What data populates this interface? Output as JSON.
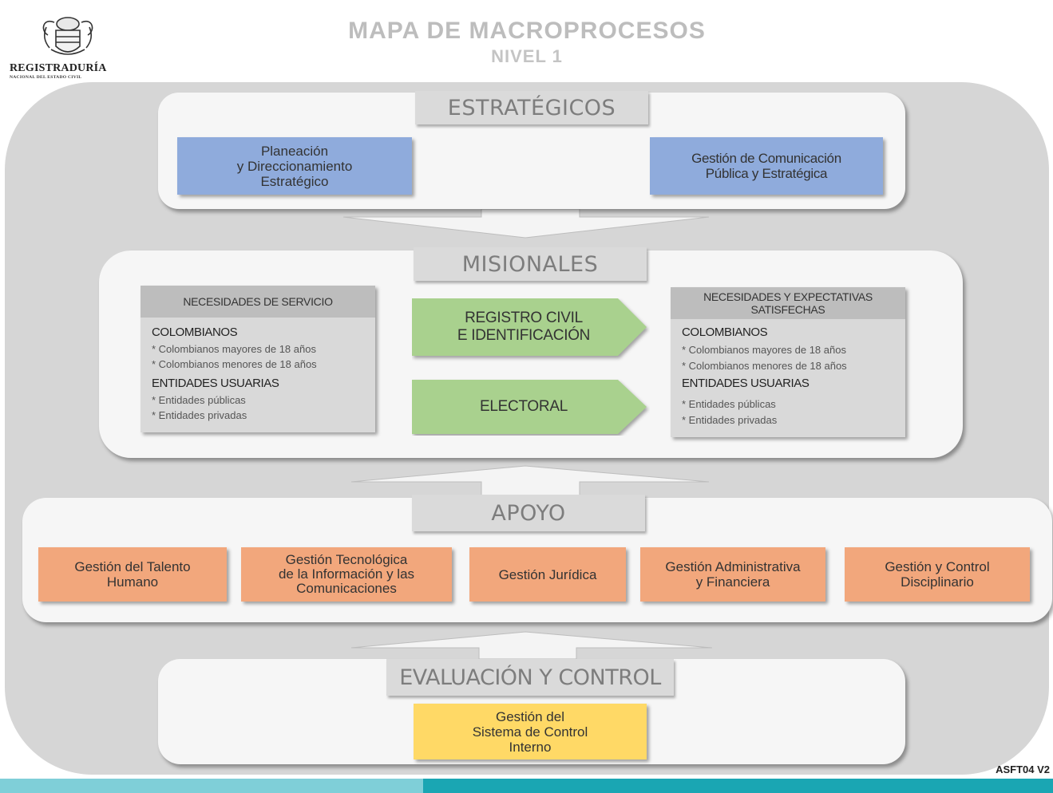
{
  "header": {
    "title": "MAPA DE MACROPROCESOS",
    "subtitle": "NIVEL 1",
    "logo_text": "REGISTRADURÍA",
    "logo_subtext": "NACIONAL DEL ESTADO CIVIL"
  },
  "estrategicos": {
    "label": "ESTRATÉGICOS",
    "processes": [
      [
        "Planeación",
        "y Direccionamiento",
        "Estratégico"
      ],
      [
        "Gestión de Comunicación",
        "Pública y Estratégica"
      ]
    ]
  },
  "misionales": {
    "label": "MISIONALES",
    "input": {
      "title": "NECESIDADES DE SERVICIO",
      "group1": "COLOMBIANOS",
      "g1_items": [
        "* Colombianos mayores de 18 años",
        "* Colombianos menores de 18 años"
      ],
      "group2": "ENTIDADES USUARIAS",
      "g2_items": [
        "* Entidades  públicas",
        "* Entidades  privadas"
      ]
    },
    "processes": [
      [
        "REGISTRO CIVIL",
        "E IDENTIFICACIÓN"
      ],
      [
        "ELECTORAL"
      ]
    ],
    "output": {
      "title": [
        "NECESIDADES Y EXPECTATIVAS",
        "SATISFECHAS"
      ],
      "group1": "COLOMBIANOS",
      "g1_items": [
        "* Colombianos mayores de 18 años",
        "* Colombianos menores de 18 años"
      ],
      "group2": "ENTIDADES USUARIAS",
      "g2_items": [
        "* Entidades  públicas",
        "* Entidades  privadas"
      ]
    }
  },
  "apoyo": {
    "label": "APOYO",
    "processes": [
      [
        "Gestión del Talento",
        "Humano"
      ],
      [
        "Gestión  Tecnológica",
        "de la Información y las",
        "Comunicaciones"
      ],
      [
        "Gestión Jurídica"
      ],
      [
        "Gestión Administrativa",
        "y Financiera"
      ],
      [
        "Gestión y Control",
        "Disciplinario"
      ]
    ]
  },
  "evaluacion": {
    "label": "EVALUACIÓN Y CONTROL",
    "processes": [
      [
        "Gestión del",
        "Sistema de Control",
        "Interno"
      ]
    ]
  },
  "footer": {
    "doc_code": "ASFT04 V2"
  },
  "colors": {
    "estrategico": "#8fabdc",
    "misional": "#a9d18e",
    "apoyo": "#f2a77c",
    "evaluacion": "#ffd966",
    "frame": "#d6d6d6",
    "band_light": "#7fcfd8",
    "band_dark": "#1aa6b3"
  }
}
